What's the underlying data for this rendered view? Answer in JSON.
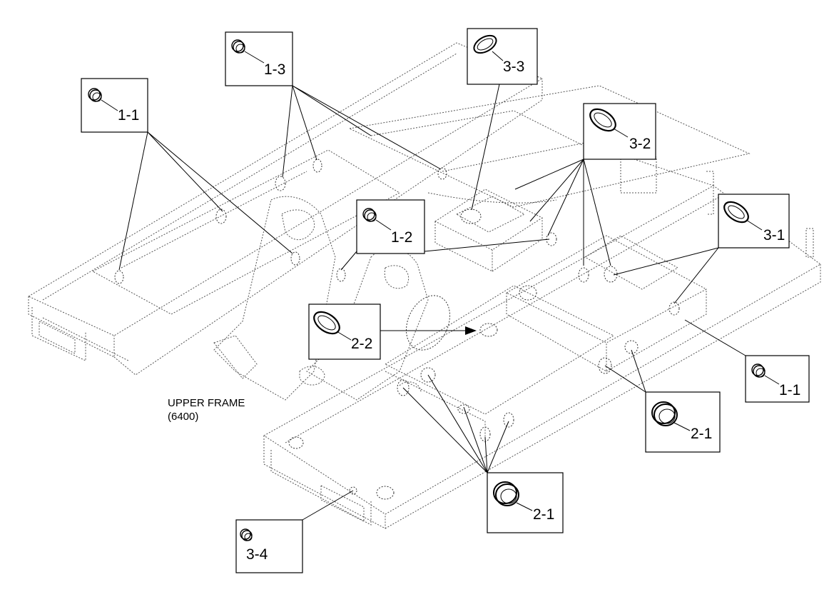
{
  "frame_label": {
    "line1": "UPPER FRAME",
    "line2": "(6400)"
  },
  "callouts": [
    {
      "id": "c-1-1-a",
      "label": "1-1",
      "plug": "round-small"
    },
    {
      "id": "c-1-3",
      "label": "1-3",
      "plug": "round-small"
    },
    {
      "id": "c-3-3",
      "label": "3-3",
      "plug": "oval-large"
    },
    {
      "id": "c-3-2",
      "label": "3-2",
      "plug": "oval-large"
    },
    {
      "id": "c-1-2",
      "label": "1-2",
      "plug": "round-small"
    },
    {
      "id": "c-3-1",
      "label": "3-1",
      "plug": "oval-large"
    },
    {
      "id": "c-2-2",
      "label": "2-2",
      "plug": "oval-large"
    },
    {
      "id": "c-1-1-b",
      "label": "1-1",
      "plug": "round-small"
    },
    {
      "id": "c-2-1-a",
      "label": "2-1",
      "plug": "round-large"
    },
    {
      "id": "c-2-1-b",
      "label": "2-1",
      "plug": "round-large"
    },
    {
      "id": "c-3-4",
      "label": "3-4",
      "plug": "round-small"
    }
  ]
}
